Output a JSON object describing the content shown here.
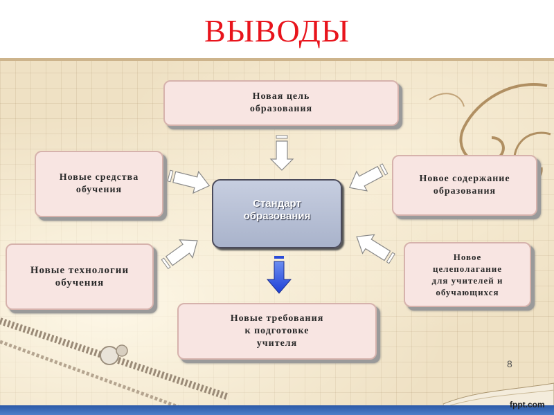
{
  "title": "ВЫВОДЫ",
  "center": "Стандарт\nобразования",
  "nodes": {
    "top": "Новая цель\nобразования",
    "left_top": "Новые средства\nобучения",
    "right_top": "Новое содержание\nобразования",
    "left_bottom": "Новые технологии\nобучения",
    "right_bottom": "Новое\nцелеполагание\nдля учителей и\nобучающихся",
    "bottom": "Новые требования\nк подготовке\nучителя"
  },
  "page_number": "8",
  "brand": "fppt.com",
  "colors": {
    "title": "#e8141c",
    "box_fill": "#f8e5e2",
    "center_fill": "#b5bdd3",
    "highlight_arrow": "#1d3fd6",
    "footer": "#2d5aa7"
  }
}
